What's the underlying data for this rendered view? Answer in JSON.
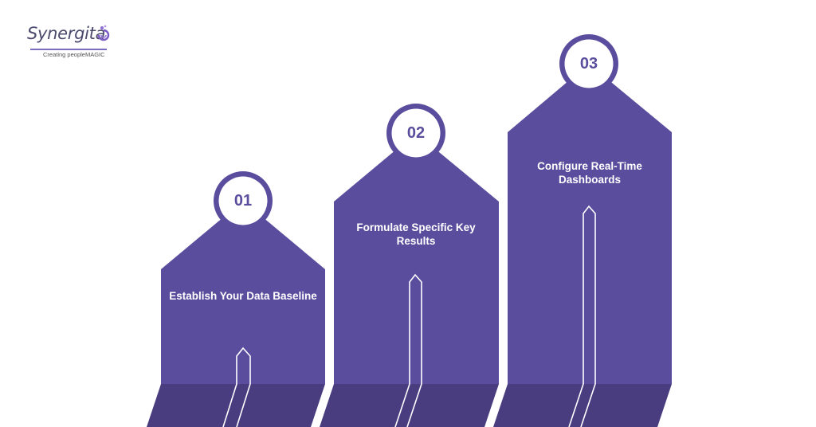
{
  "logo": {
    "brand": "Synergita",
    "tagline": "Creating peopleMAGIC"
  },
  "colors": {
    "primary": "#5b4d9e",
    "base": "#493d80",
    "background": "#ffffff",
    "text_on_primary": "#ffffff"
  },
  "steps": [
    {
      "number": "01",
      "title": "Establish Your Data Baseline"
    },
    {
      "number": "02",
      "title": "Formulate Specific Key Results"
    },
    {
      "number": "03",
      "title": "Configure Real-Time Dashboards"
    }
  ]
}
